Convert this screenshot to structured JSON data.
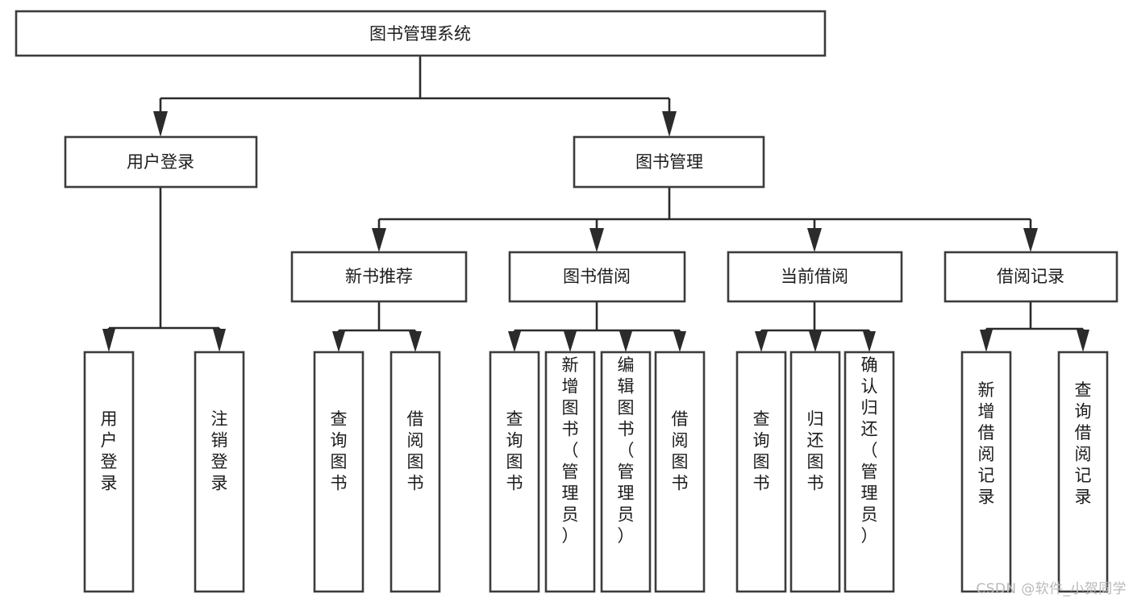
{
  "diagram": {
    "title": "图书管理系统",
    "type": "tree",
    "colors": {
      "box_stroke": "#3c3c3c",
      "connector": "#2b2b2b",
      "background": "#ffffff",
      "text": "#1c1c1c",
      "watermark": "#b9b9b9"
    },
    "root": {
      "label": "图书管理系统",
      "id": "root-book-management-system"
    },
    "level2": [
      {
        "id": "user-login",
        "label": "用户登录"
      },
      {
        "id": "book-management",
        "label": "图书管理"
      }
    ],
    "level3": [
      {
        "id": "new-book-recommend",
        "label": "新书推荐",
        "parent": "book-management"
      },
      {
        "id": "book-borrow",
        "label": "图书借阅",
        "parent": "book-management"
      },
      {
        "id": "current-borrow",
        "label": "当前借阅",
        "parent": "book-management"
      },
      {
        "id": "borrow-record",
        "label": "借阅记录",
        "parent": "book-management"
      }
    ],
    "leaves": {
      "user-login": [
        {
          "id": "leaf-user-login",
          "label": "用户登录"
        },
        {
          "id": "leaf-logout-login",
          "label": "注销登录"
        }
      ],
      "new-book-recommend": [
        {
          "id": "leaf-query-book-1",
          "label": "查询图书"
        },
        {
          "id": "leaf-borrow-book-1",
          "label": "借阅图书"
        }
      ],
      "book-borrow": [
        {
          "id": "leaf-query-book-2",
          "label": "查询图书"
        },
        {
          "id": "leaf-add-book-admin",
          "label": "新增图书（管理员）"
        },
        {
          "id": "leaf-edit-book-admin",
          "label": "编辑图书（管理员）"
        },
        {
          "id": "leaf-borrow-book-2",
          "label": "借阅图书"
        }
      ],
      "current-borrow": [
        {
          "id": "leaf-query-book-3",
          "label": "查询图书"
        },
        {
          "id": "leaf-return-book",
          "label": "归还图书"
        },
        {
          "id": "leaf-confirm-return-admin",
          "label": "确认归还（管理员）"
        }
      ],
      "borrow-record": [
        {
          "id": "leaf-add-borrow-record",
          "label": "新增借阅记录"
        },
        {
          "id": "leaf-query-borrow-record",
          "label": "查询借阅记录"
        }
      ]
    }
  },
  "watermark": {
    "text": "CSDN @软件_小贺同学"
  }
}
